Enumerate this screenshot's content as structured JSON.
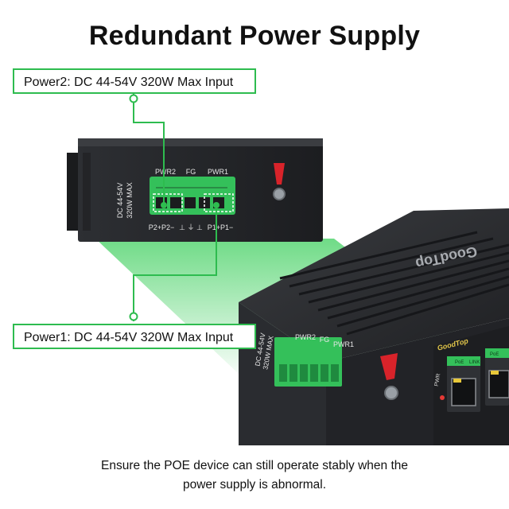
{
  "title": "Redundant Power Supply",
  "callouts": {
    "power2": "Power2: DC 44-54V 320W Max Input",
    "power1": "Power1: DC 44-54V 320W Max Input"
  },
  "caption": {
    "line1": "Ensure the POE device can still operate stably when the",
    "line2": "power supply is abnormal."
  },
  "device_labels": {
    "rating_line1": "DC 44-54V",
    "rating_line2": "320W MAX",
    "pwr2": "PWR2",
    "fg": "FG",
    "pwr1": "PWR1",
    "p2_pins": "P2+P2−",
    "ground_pins": "⊥ ⏚ ⊥",
    "p1_pins": "P1+P1−",
    "brand": "GoodTop",
    "poe": "PoE",
    "link": "LINK",
    "pwr_led": "PWR"
  },
  "colors": {
    "accent_green": "#2ebc4f",
    "device_body": "#2b2d30",
    "terminal_green": "#34c05a",
    "lug_red": "#d8232a"
  }
}
